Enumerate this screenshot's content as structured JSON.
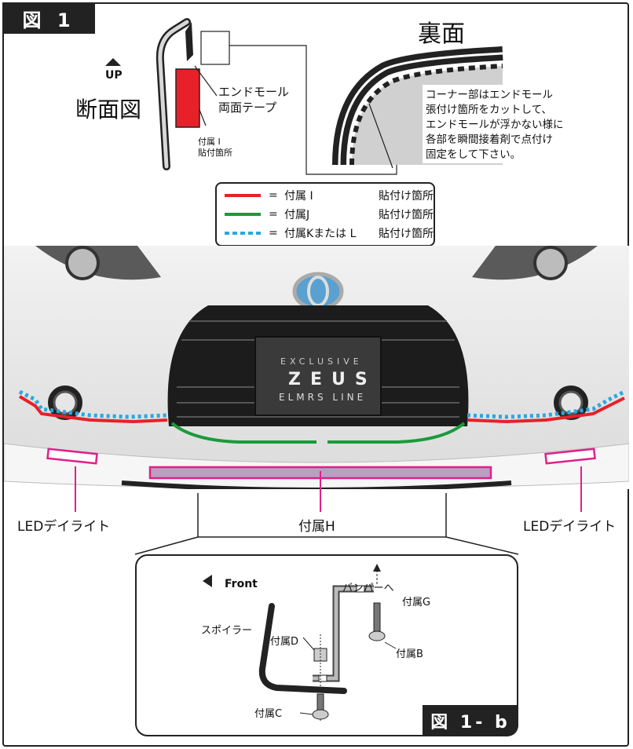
{
  "figure_tab": "図 1",
  "section_view": {
    "up_label": "UP",
    "title": "断面図",
    "callout_end_mold": "エンドモール",
    "callout_tape": "両面テープ",
    "attach_line1": "付属 I",
    "attach_line2": "貼付箇所"
  },
  "back_view": {
    "title": "裏面",
    "note_lines": [
      "コーナー部はエンドモール",
      "張付け箇所をカットして、",
      "エンドモールが浮かない様に",
      "各部を瞬間接着剤で点付け",
      "固定をして下さい。"
    ]
  },
  "legend": {
    "rows": [
      {
        "eq": "=",
        "part": "付属 I",
        "place": "貼付け箇所",
        "color": "#e8202a",
        "style": "solid"
      },
      {
        "eq": "=",
        "part": "付属J",
        "place": "貼付け箇所",
        "color": "#1a9a3a",
        "style": "solid"
      },
      {
        "eq": "=",
        "part": "付属Kまたは L",
        "place": "貼付け箇所",
        "color": "#2aa8e0",
        "style": "dotted"
      }
    ]
  },
  "plate": {
    "line1": "EXCLUSIVE",
    "line2": "ZEUS",
    "line3": "ELMRS LINE"
  },
  "labels": {
    "led_left": "LEDデイライト",
    "attach_h": "付属H",
    "led_right": "LEDデイライト"
  },
  "detail": {
    "front_label": "Front",
    "bumper_label": "バンパーへ",
    "spoiler_label": "スポイラー",
    "part_g": "付属G",
    "part_d": "付属D",
    "part_b": "付属B",
    "part_c": "付属C",
    "tab": "図 1- b"
  },
  "colors": {
    "red": "#e8202a",
    "green": "#1a9a3a",
    "blue": "#2aa8e0",
    "magenta": "#e0208a",
    "dark": "#222222"
  }
}
